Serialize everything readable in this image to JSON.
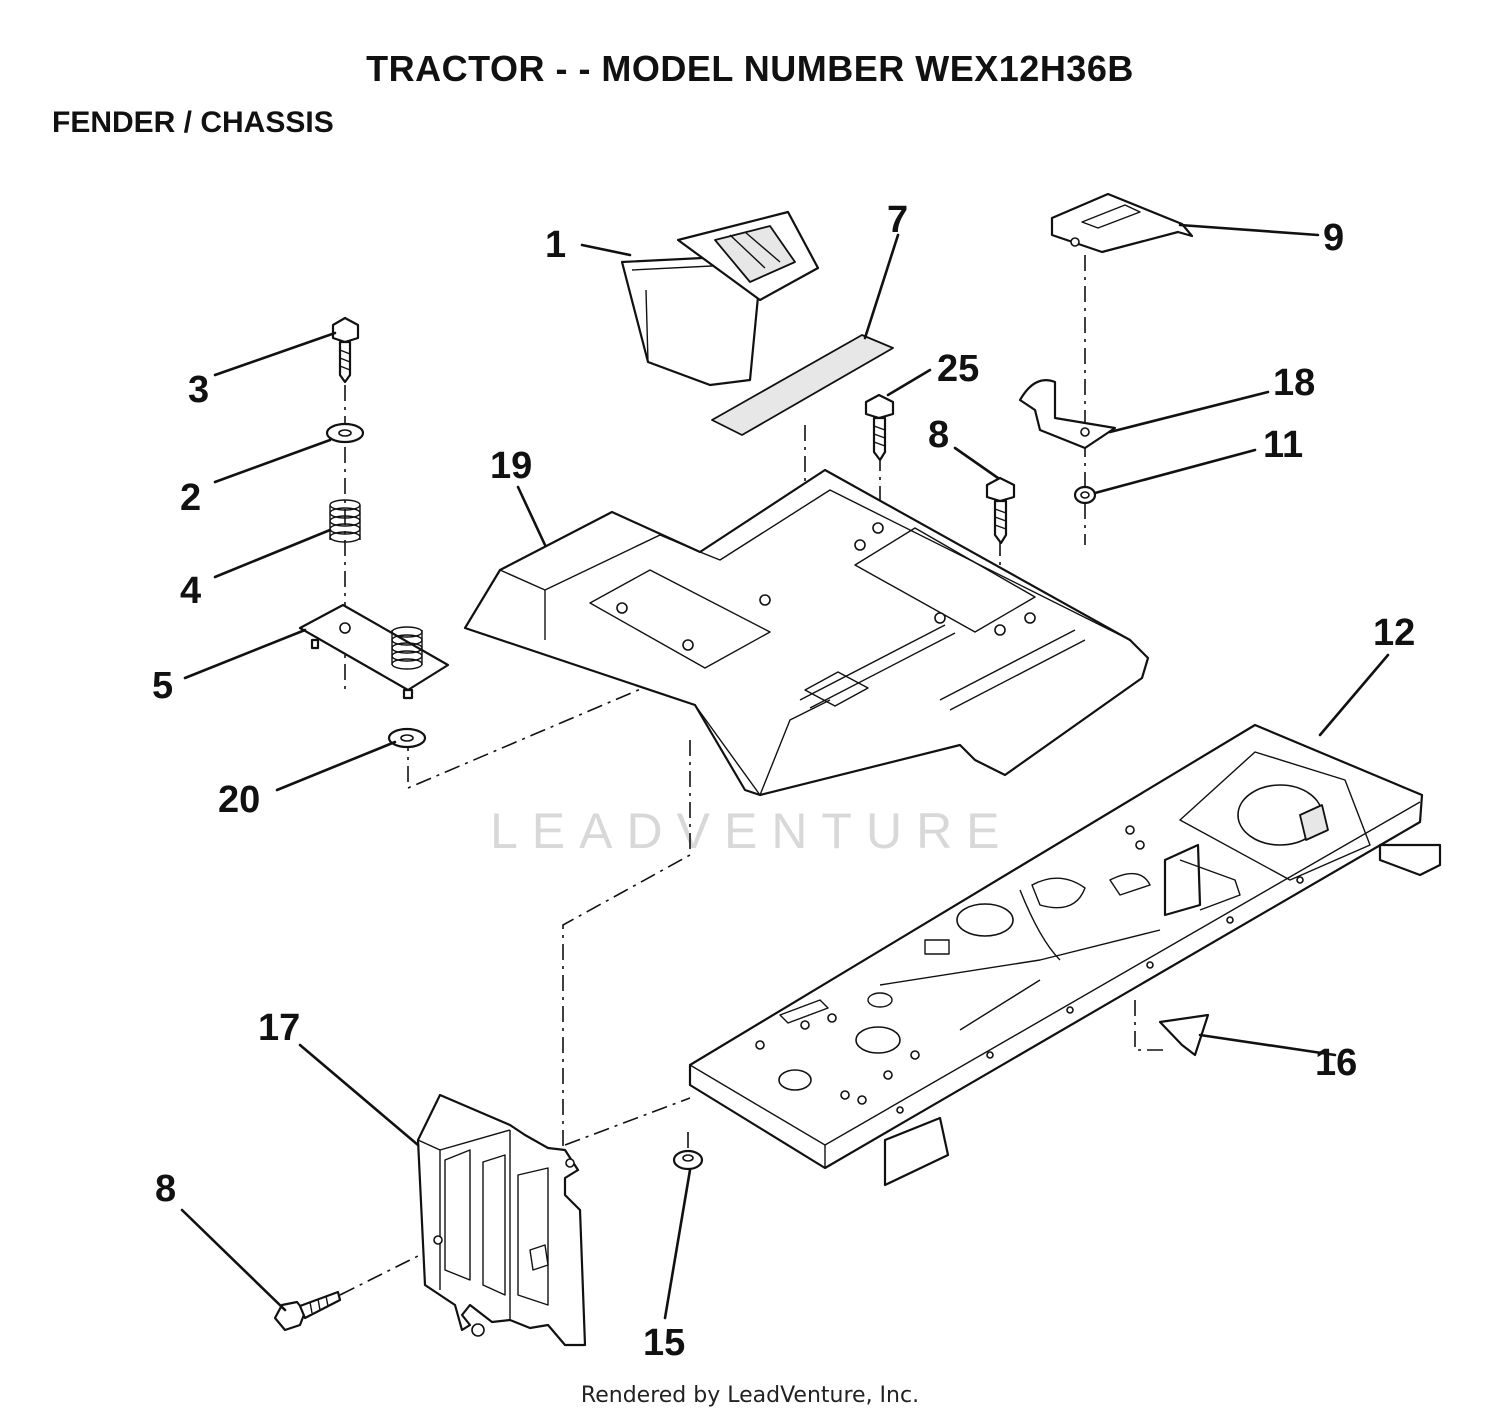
{
  "header": {
    "title": "TRACTOR - - MODEL NUMBER WEX12H36B",
    "subtitle": "FENDER / CHASSIS"
  },
  "callouts": {
    "c1": "1",
    "c7": "7",
    "c9": "9",
    "c3": "3",
    "c25": "25",
    "c18": "18",
    "c8a": "8",
    "c11": "11",
    "c2": "2",
    "c19": "19",
    "c4": "4",
    "c5": "5",
    "c12": "12",
    "c20": "20",
    "c16": "16",
    "c17": "17",
    "c8b": "8",
    "c15": "15"
  },
  "watermark": "LEADVENTURE",
  "footer": "Rendered by LeadVenture, Inc."
}
